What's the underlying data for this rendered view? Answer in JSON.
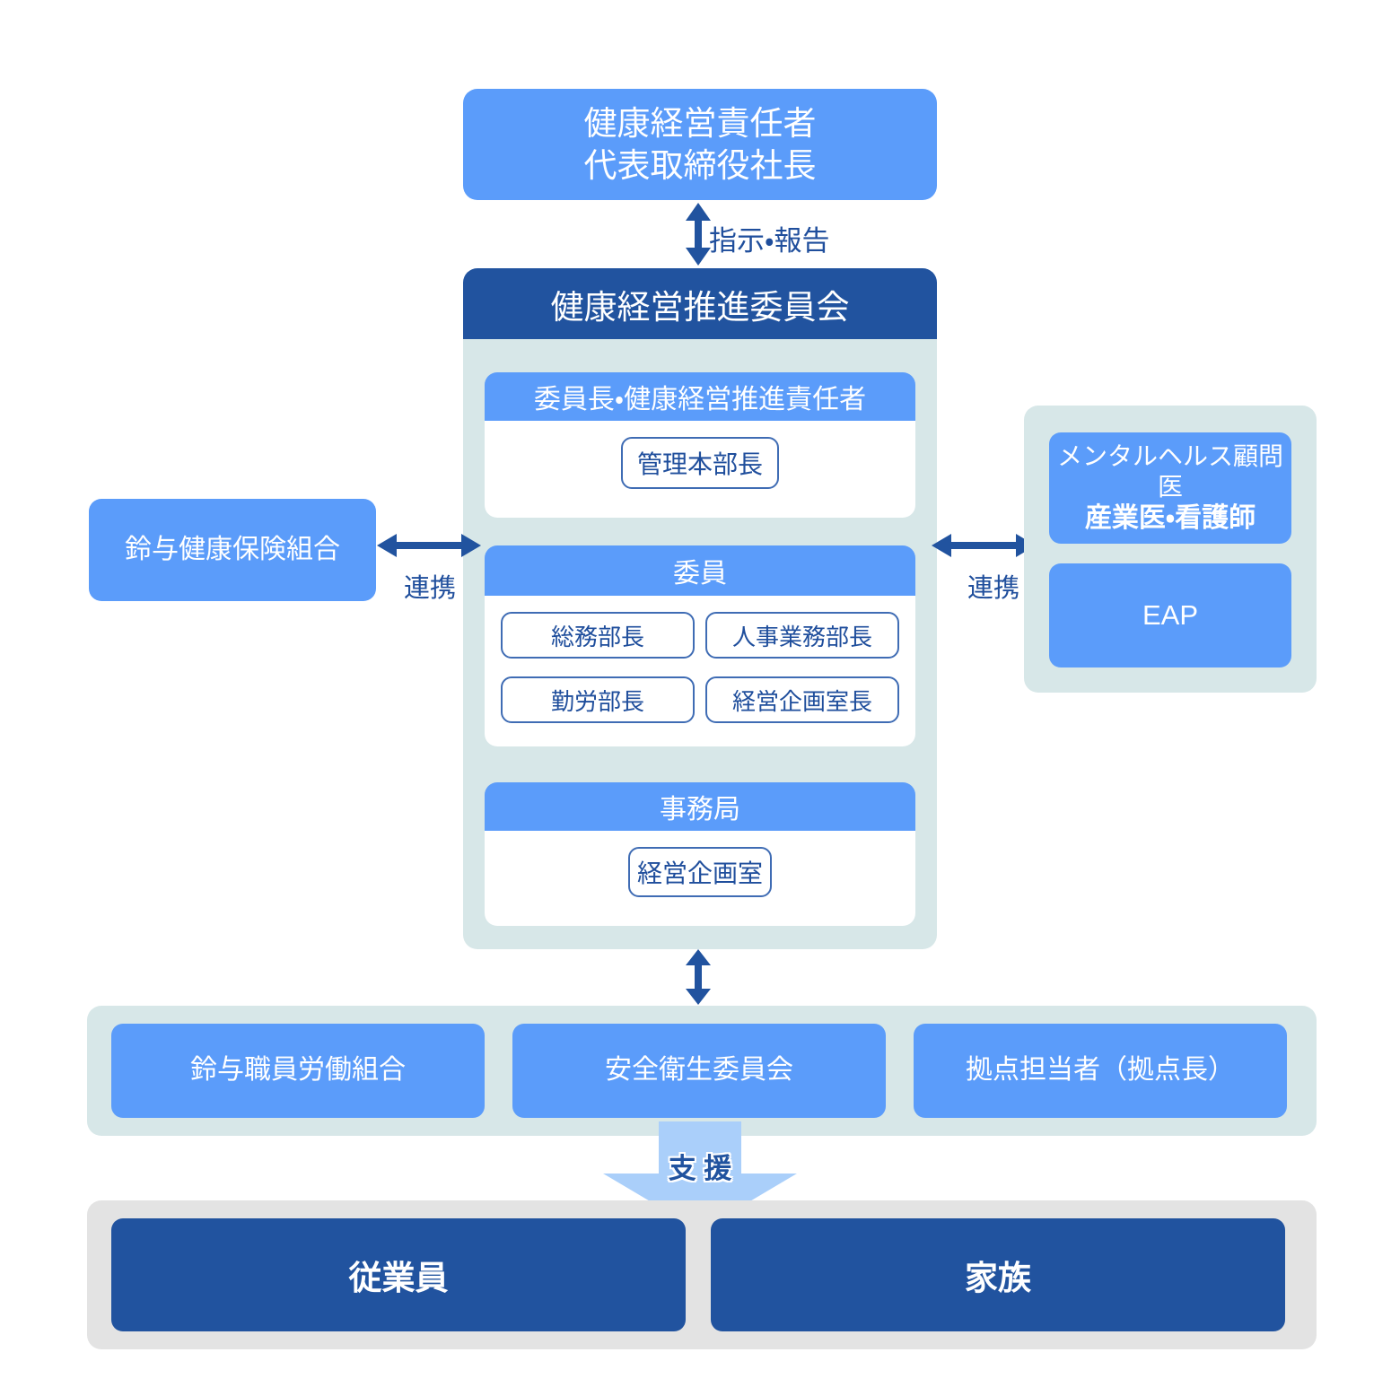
{
  "diagram": {
    "title": "健康経営推進体制図",
    "colors": {
      "light_blue": "#5b9cfa",
      "navy": "#21539f",
      "pale_teal": "#d7e7e8",
      "gray": "#e3e3e3",
      "arrow_light_blue": "#aacffa",
      "pill_border": "#3f6cb4",
      "text_white": "#ffffff",
      "text_navy": "#1f4e9c"
    }
  },
  "top_executive": {
    "line1": "健康経営責任者",
    "line2": "代表取締役社長"
  },
  "arrows": {
    "instruction_report": "指示・報告",
    "left_cooperation": "連携",
    "right_cooperation": "連携",
    "support": "支 援"
  },
  "committee": {
    "header": "健康経営推進委員会",
    "chair": {
      "band": "委員長・健康経営推進責任者",
      "members": [
        "管理本部長"
      ]
    },
    "members": {
      "band": "委員",
      "items": [
        "総務部長",
        "人事業務部長",
        "勤労部長",
        "経営企画室長"
      ]
    },
    "secretariat": {
      "band": "事務局",
      "members": [
        "経営企画室"
      ]
    }
  },
  "left_partner": {
    "label": "鈴与健康保険組合"
  },
  "right_partner": {
    "mental_line1": "メンタルヘルス顧問医",
    "mental_line2": "産業医・看護師",
    "eap": "EAP"
  },
  "support_row": {
    "items": [
      "鈴与職員労働組合",
      "安全衛生委員会",
      "拠点担当者（拠点長）"
    ]
  },
  "beneficiaries": {
    "items": [
      "従業員",
      "家族"
    ]
  }
}
